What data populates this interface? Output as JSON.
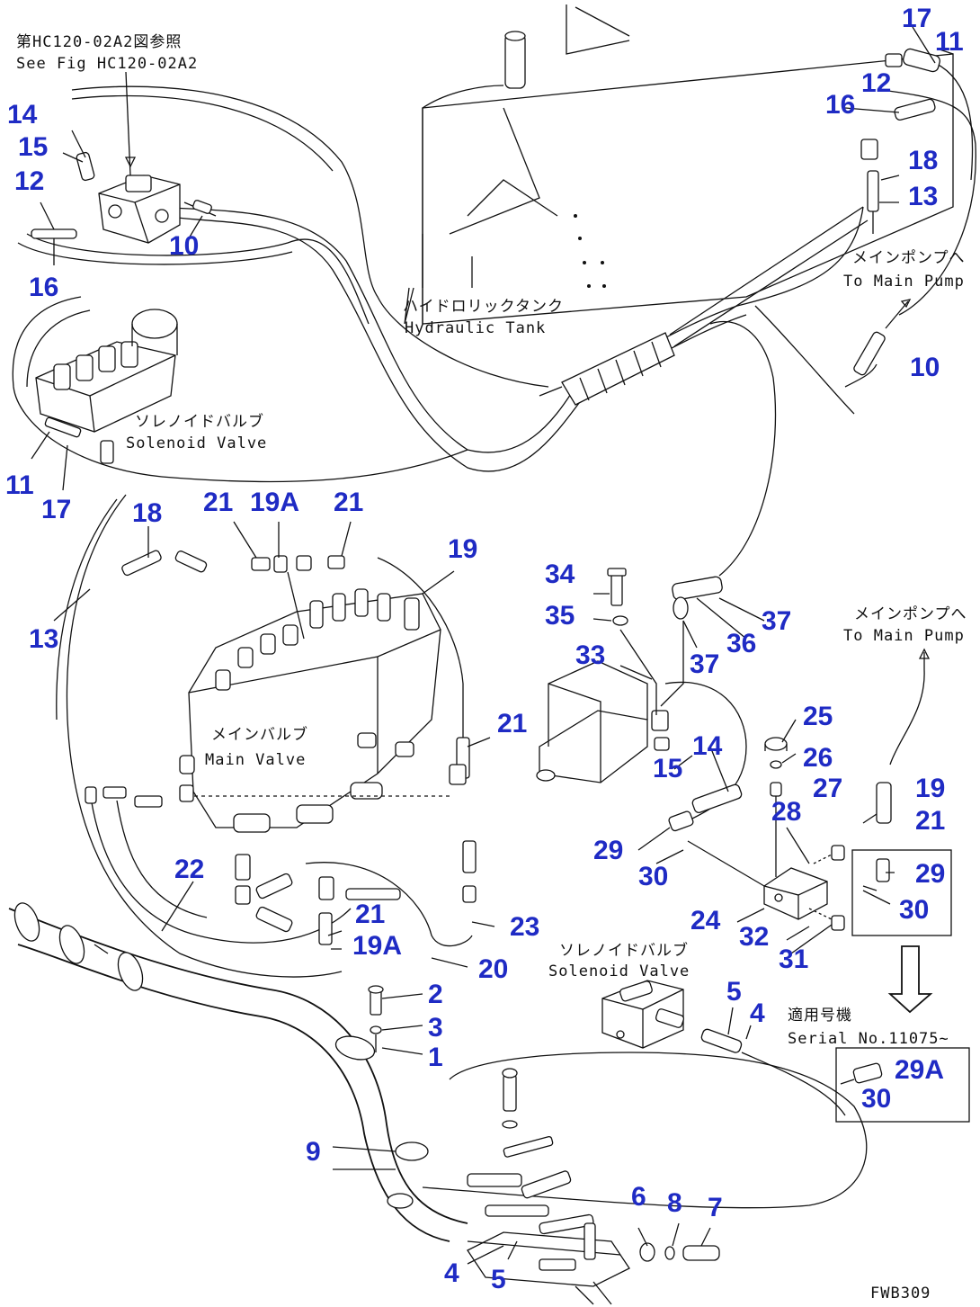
{
  "labels": {
    "see_fig_ja": "第HC120-02A2図参照",
    "see_fig_en": "See Fig HC120-02A2",
    "tank_ja": "ハイドロリックタンク",
    "tank_en": "Hydraulic Tank",
    "solenoid_ja_1": "ソレノイドバルブ",
    "solenoid_en_1": "Solenoid Valve",
    "main_valve_ja": "メインバルブ",
    "main_valve_en": "Main Valve",
    "to_pump_ja_1": "メインポンプへ",
    "to_pump_en_1": "To Main Pump",
    "to_pump_ja_2": "メインポンプへ",
    "to_pump_en_2": "To Main Pump",
    "solenoid_ja_2": "ソレノイドバルブ",
    "solenoid_en_2": "Solenoid Valve",
    "serial_ja": "適用号機",
    "serial_en": "Serial No.11075~",
    "drawing_code": "FWB309"
  },
  "part_numbers": [
    {
      "id": "p17a",
      "text": "17"
    },
    {
      "id": "p11a",
      "text": "11"
    },
    {
      "id": "p12a",
      "text": "12"
    },
    {
      "id": "p16a",
      "text": "16"
    },
    {
      "id": "p18a",
      "text": "18"
    },
    {
      "id": "p13a",
      "text": "13"
    },
    {
      "id": "p10a",
      "text": "10"
    },
    {
      "id": "p14a",
      "text": "14"
    },
    {
      "id": "p15a",
      "text": "15"
    },
    {
      "id": "p12b",
      "text": "12"
    },
    {
      "id": "p10b",
      "text": "10"
    },
    {
      "id": "p16b",
      "text": "16"
    },
    {
      "id": "p11b",
      "text": "11"
    },
    {
      "id": "p17b",
      "text": "17"
    },
    {
      "id": "p18b",
      "text": "18"
    },
    {
      "id": "p21a",
      "text": "21"
    },
    {
      "id": "p19Aa",
      "text": "19A"
    },
    {
      "id": "p21b",
      "text": "21"
    },
    {
      "id": "p19a",
      "text": "19"
    },
    {
      "id": "p13b",
      "text": "13"
    },
    {
      "id": "p34",
      "text": "34"
    },
    {
      "id": "p35",
      "text": "35"
    },
    {
      "id": "p37a",
      "text": "37"
    },
    {
      "id": "p36",
      "text": "36"
    },
    {
      "id": "p37b",
      "text": "37"
    },
    {
      "id": "p33",
      "text": "33"
    },
    {
      "id": "p21c",
      "text": "21"
    },
    {
      "id": "p14b",
      "text": "14"
    },
    {
      "id": "p15b",
      "text": "15"
    },
    {
      "id": "p25",
      "text": "25"
    },
    {
      "id": "p26",
      "text": "26"
    },
    {
      "id": "p27",
      "text": "27"
    },
    {
      "id": "p19b",
      "text": "19"
    },
    {
      "id": "p21d",
      "text": "21"
    },
    {
      "id": "p28",
      "text": "28"
    },
    {
      "id": "p29a",
      "text": "29"
    },
    {
      "id": "p30a",
      "text": "30"
    },
    {
      "id": "p29b",
      "text": "29"
    },
    {
      "id": "p30b",
      "text": "30"
    },
    {
      "id": "p22",
      "text": "22"
    },
    {
      "id": "p24",
      "text": "24"
    },
    {
      "id": "p32",
      "text": "32"
    },
    {
      "id": "p31",
      "text": "31"
    },
    {
      "id": "p21e",
      "text": "21"
    },
    {
      "id": "p23",
      "text": "23"
    },
    {
      "id": "p19Ab",
      "text": "19A"
    },
    {
      "id": "p20",
      "text": "20"
    },
    {
      "id": "p5a",
      "text": "5"
    },
    {
      "id": "p4a",
      "text": "4"
    },
    {
      "id": "p2",
      "text": "2"
    },
    {
      "id": "p3",
      "text": "3"
    },
    {
      "id": "p1",
      "text": "1"
    },
    {
      "id": "p29A",
      "text": "29A"
    },
    {
      "id": "p30c",
      "text": "30"
    },
    {
      "id": "p9",
      "text": "9"
    },
    {
      "id": "p6",
      "text": "6"
    },
    {
      "id": "p8",
      "text": "8"
    },
    {
      "id": "p7",
      "text": "7"
    },
    {
      "id": "p4b",
      "text": "4"
    },
    {
      "id": "p5b",
      "text": "5"
    }
  ]
}
